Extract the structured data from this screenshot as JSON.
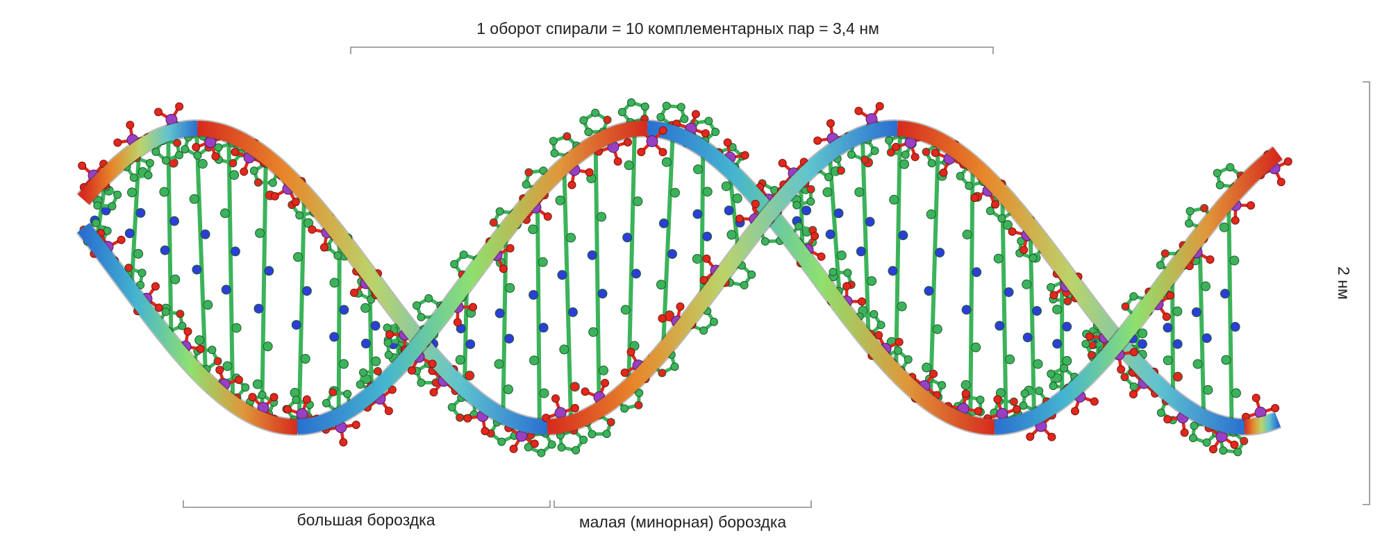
{
  "labels": {
    "turn": "1 оборот спирали = 10 комплементарных пар = 3,4 нм",
    "major_groove": "большая бороздка",
    "minor_groove": "малая (минорная) бороздка",
    "diameter": "2 нм"
  },
  "colors": {
    "carbon": "#3cb35a",
    "nitrogen": "#2b3fd6",
    "oxygen": "#e0281c",
    "phosphorus": "#9a3fc2",
    "bracket": "#8a8a8a",
    "strand_a": [
      "#d62a1e",
      "#e8862a",
      "#bcd36a",
      "#5fc3cf",
      "#2a6fd0"
    ],
    "strand_b": [
      "#2a6fd0",
      "#45b5d0",
      "#8fe06f",
      "#e0963a",
      "#d62a1e"
    ]
  }
}
